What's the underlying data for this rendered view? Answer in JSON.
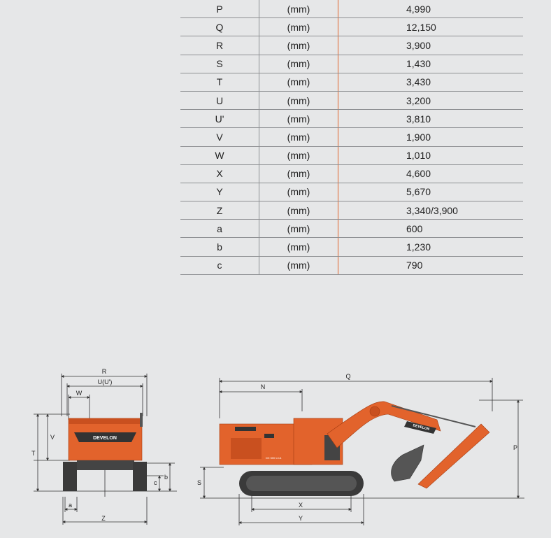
{
  "spec_table": {
    "rows": [
      {
        "label": "P",
        "unit": "(mm)",
        "value": "4,990"
      },
      {
        "label": "Q",
        "unit": "(mm)",
        "value": "12,150"
      },
      {
        "label": "R",
        "unit": "(mm)",
        "value": "3,900"
      },
      {
        "label": "S",
        "unit": "(mm)",
        "value": "1,430"
      },
      {
        "label": "T",
        "unit": "(mm)",
        "value": "3,430"
      },
      {
        "label": "U",
        "unit": "(mm)",
        "value": "3,200"
      },
      {
        "label": "U'",
        "unit": "(mm)",
        "value": "3,810"
      },
      {
        "label": "V",
        "unit": "(mm)",
        "value": "1,900"
      },
      {
        "label": "W",
        "unit": "(mm)",
        "value": "1,010"
      },
      {
        "label": "X",
        "unit": "(mm)",
        "value": "4,600"
      },
      {
        "label": "Y",
        "unit": "(mm)",
        "value": "5,670"
      },
      {
        "label": "Z",
        "unit": "(mm)",
        "value": "3,340/3,900"
      },
      {
        "label": "a",
        "unit": "(mm)",
        "value": "600"
      },
      {
        "label": "b",
        "unit": "(mm)",
        "value": "1,230"
      },
      {
        "label": "c",
        "unit": "(mm)",
        "value": "790"
      }
    ]
  },
  "front_view": {
    "brand_label": "DEVELON",
    "dim_labels": {
      "R": "R",
      "U": "U(U')",
      "W": "W",
      "V": "V",
      "T": "T",
      "c": "c",
      "b": "b",
      "a": "a",
      "Z": "Z"
    }
  },
  "side_view": {
    "brand_label": "DEVELON",
    "model_label": "DX 500 LCA",
    "dim_labels": {
      "Q": "Q",
      "N": "N",
      "P": "P",
      "S": "S",
      "X": "X",
      "Y": "Y"
    }
  },
  "colors": {
    "body": "#e2632c",
    "body_dark": "#c9501f",
    "track": "#3a3a3a",
    "dim_line": "#333333",
    "background": "#e6e7e8"
  }
}
